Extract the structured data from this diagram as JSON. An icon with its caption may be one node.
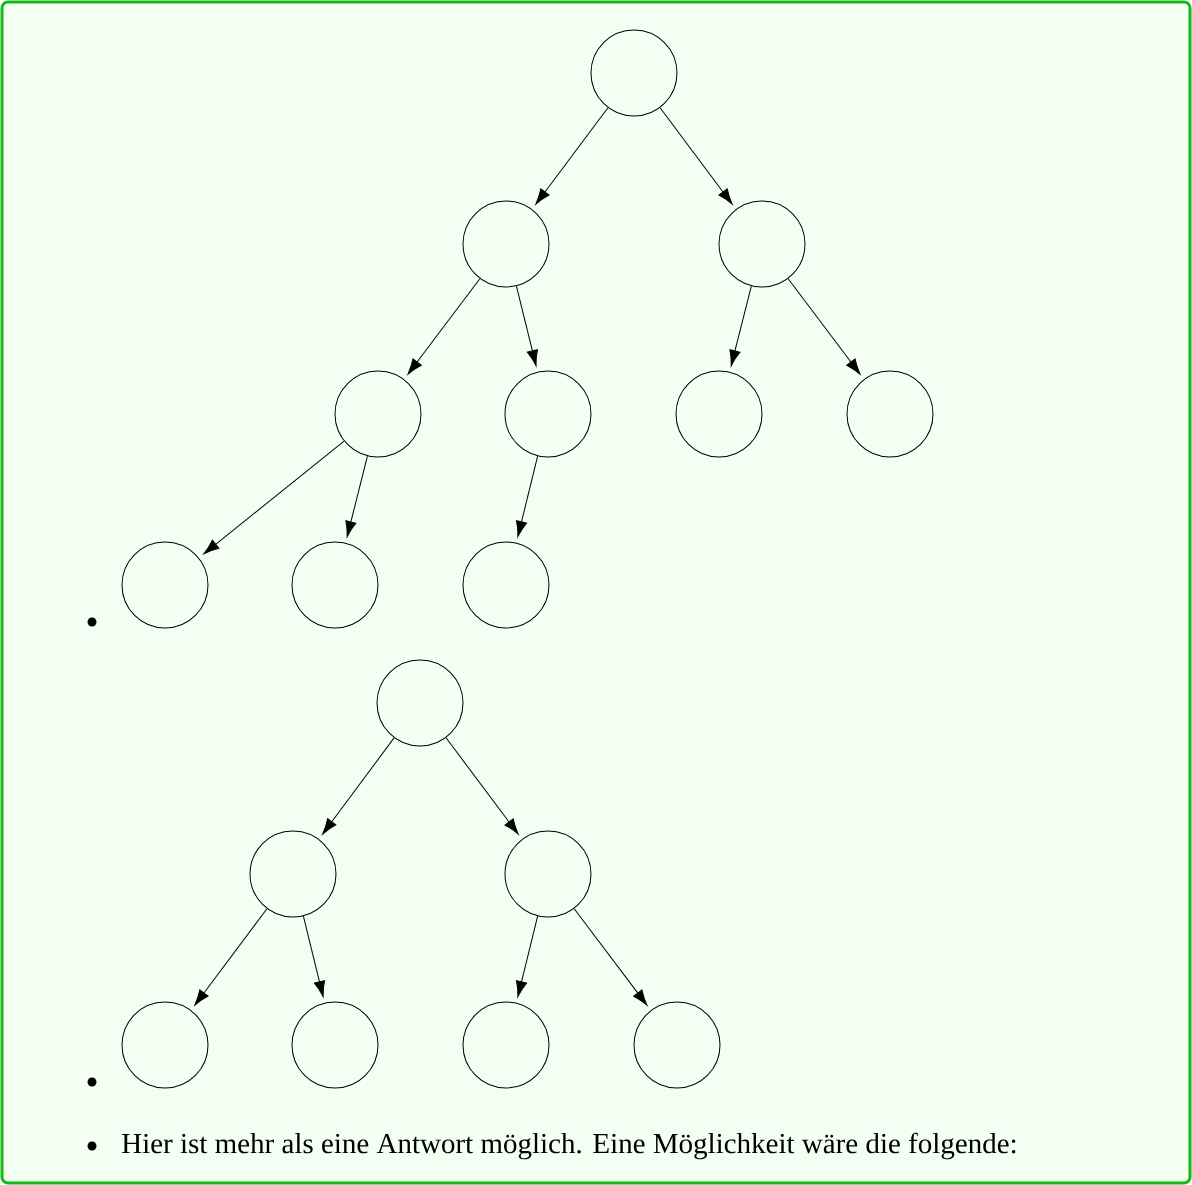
{
  "diagram": {
    "nodes": [
      {
        "text": [],
        "shape": "circle"
      },
      {
        "text": [],
        "shape": "circle"
      },
      {
        "text": [],
        "shape": "circle"
      },
      {
        "text": [],
        "shape": "circle"
      },
      {
        "text": [],
        "shape": "circle"
      },
      {
        "text": [],
        "shape": "circle"
      },
      {
        "text": [],
        "shape": "circle"
      },
      {
        "text": [],
        "shape": "circle"
      },
      {
        "text": [],
        "shape": "circle"
      },
      {
        "text": [],
        "shape": "circle"
      },
      {
        "text": [],
        "shape": "circle"
      },
      {
        "text": [],
        "shape": "circle"
      },
      {
        "text": [],
        "shape": "circle"
      },
      {
        "text": [],
        "shape": "circle"
      },
      {
        "text": [],
        "shape": "circle"
      },
      {
        "text": [],
        "shape": "circle"
      },
      {
        "text": [],
        "shape": "circle"
      }
    ],
    "edges": [
      {
        "from": 0,
        "to": 1,
        "arrow": "to"
      },
      {
        "from": 0,
        "to": 2,
        "arrow": "to"
      },
      {
        "from": 1,
        "to": 3,
        "arrow": "to"
      },
      {
        "from": 1,
        "to": 4,
        "arrow": "to"
      },
      {
        "from": 2,
        "to": 5,
        "arrow": "to"
      },
      {
        "from": 2,
        "to": 6,
        "arrow": "to"
      },
      {
        "from": 3,
        "to": 7,
        "arrow": "to"
      },
      {
        "from": 3,
        "to": 8,
        "arrow": "to"
      },
      {
        "from": 4,
        "to": 9,
        "arrow": "to"
      },
      {
        "from": 10,
        "to": 11,
        "arrow": "to"
      },
      {
        "from": 10,
        "to": 12,
        "arrow": "to"
      },
      {
        "from": 11,
        "to": 13,
        "arrow": "to"
      },
      {
        "from": 11,
        "to": 14,
        "arrow": "to"
      },
      {
        "from": 12,
        "to": 15,
        "arrow": "to"
      },
      {
        "from": 12,
        "to": 16,
        "arrow": "to"
      }
    ],
    "labels": [
      "Hier ist mehr als eine Antwort möglich. Eine Möglichkeit wäre die folgende:"
    ]
  }
}
